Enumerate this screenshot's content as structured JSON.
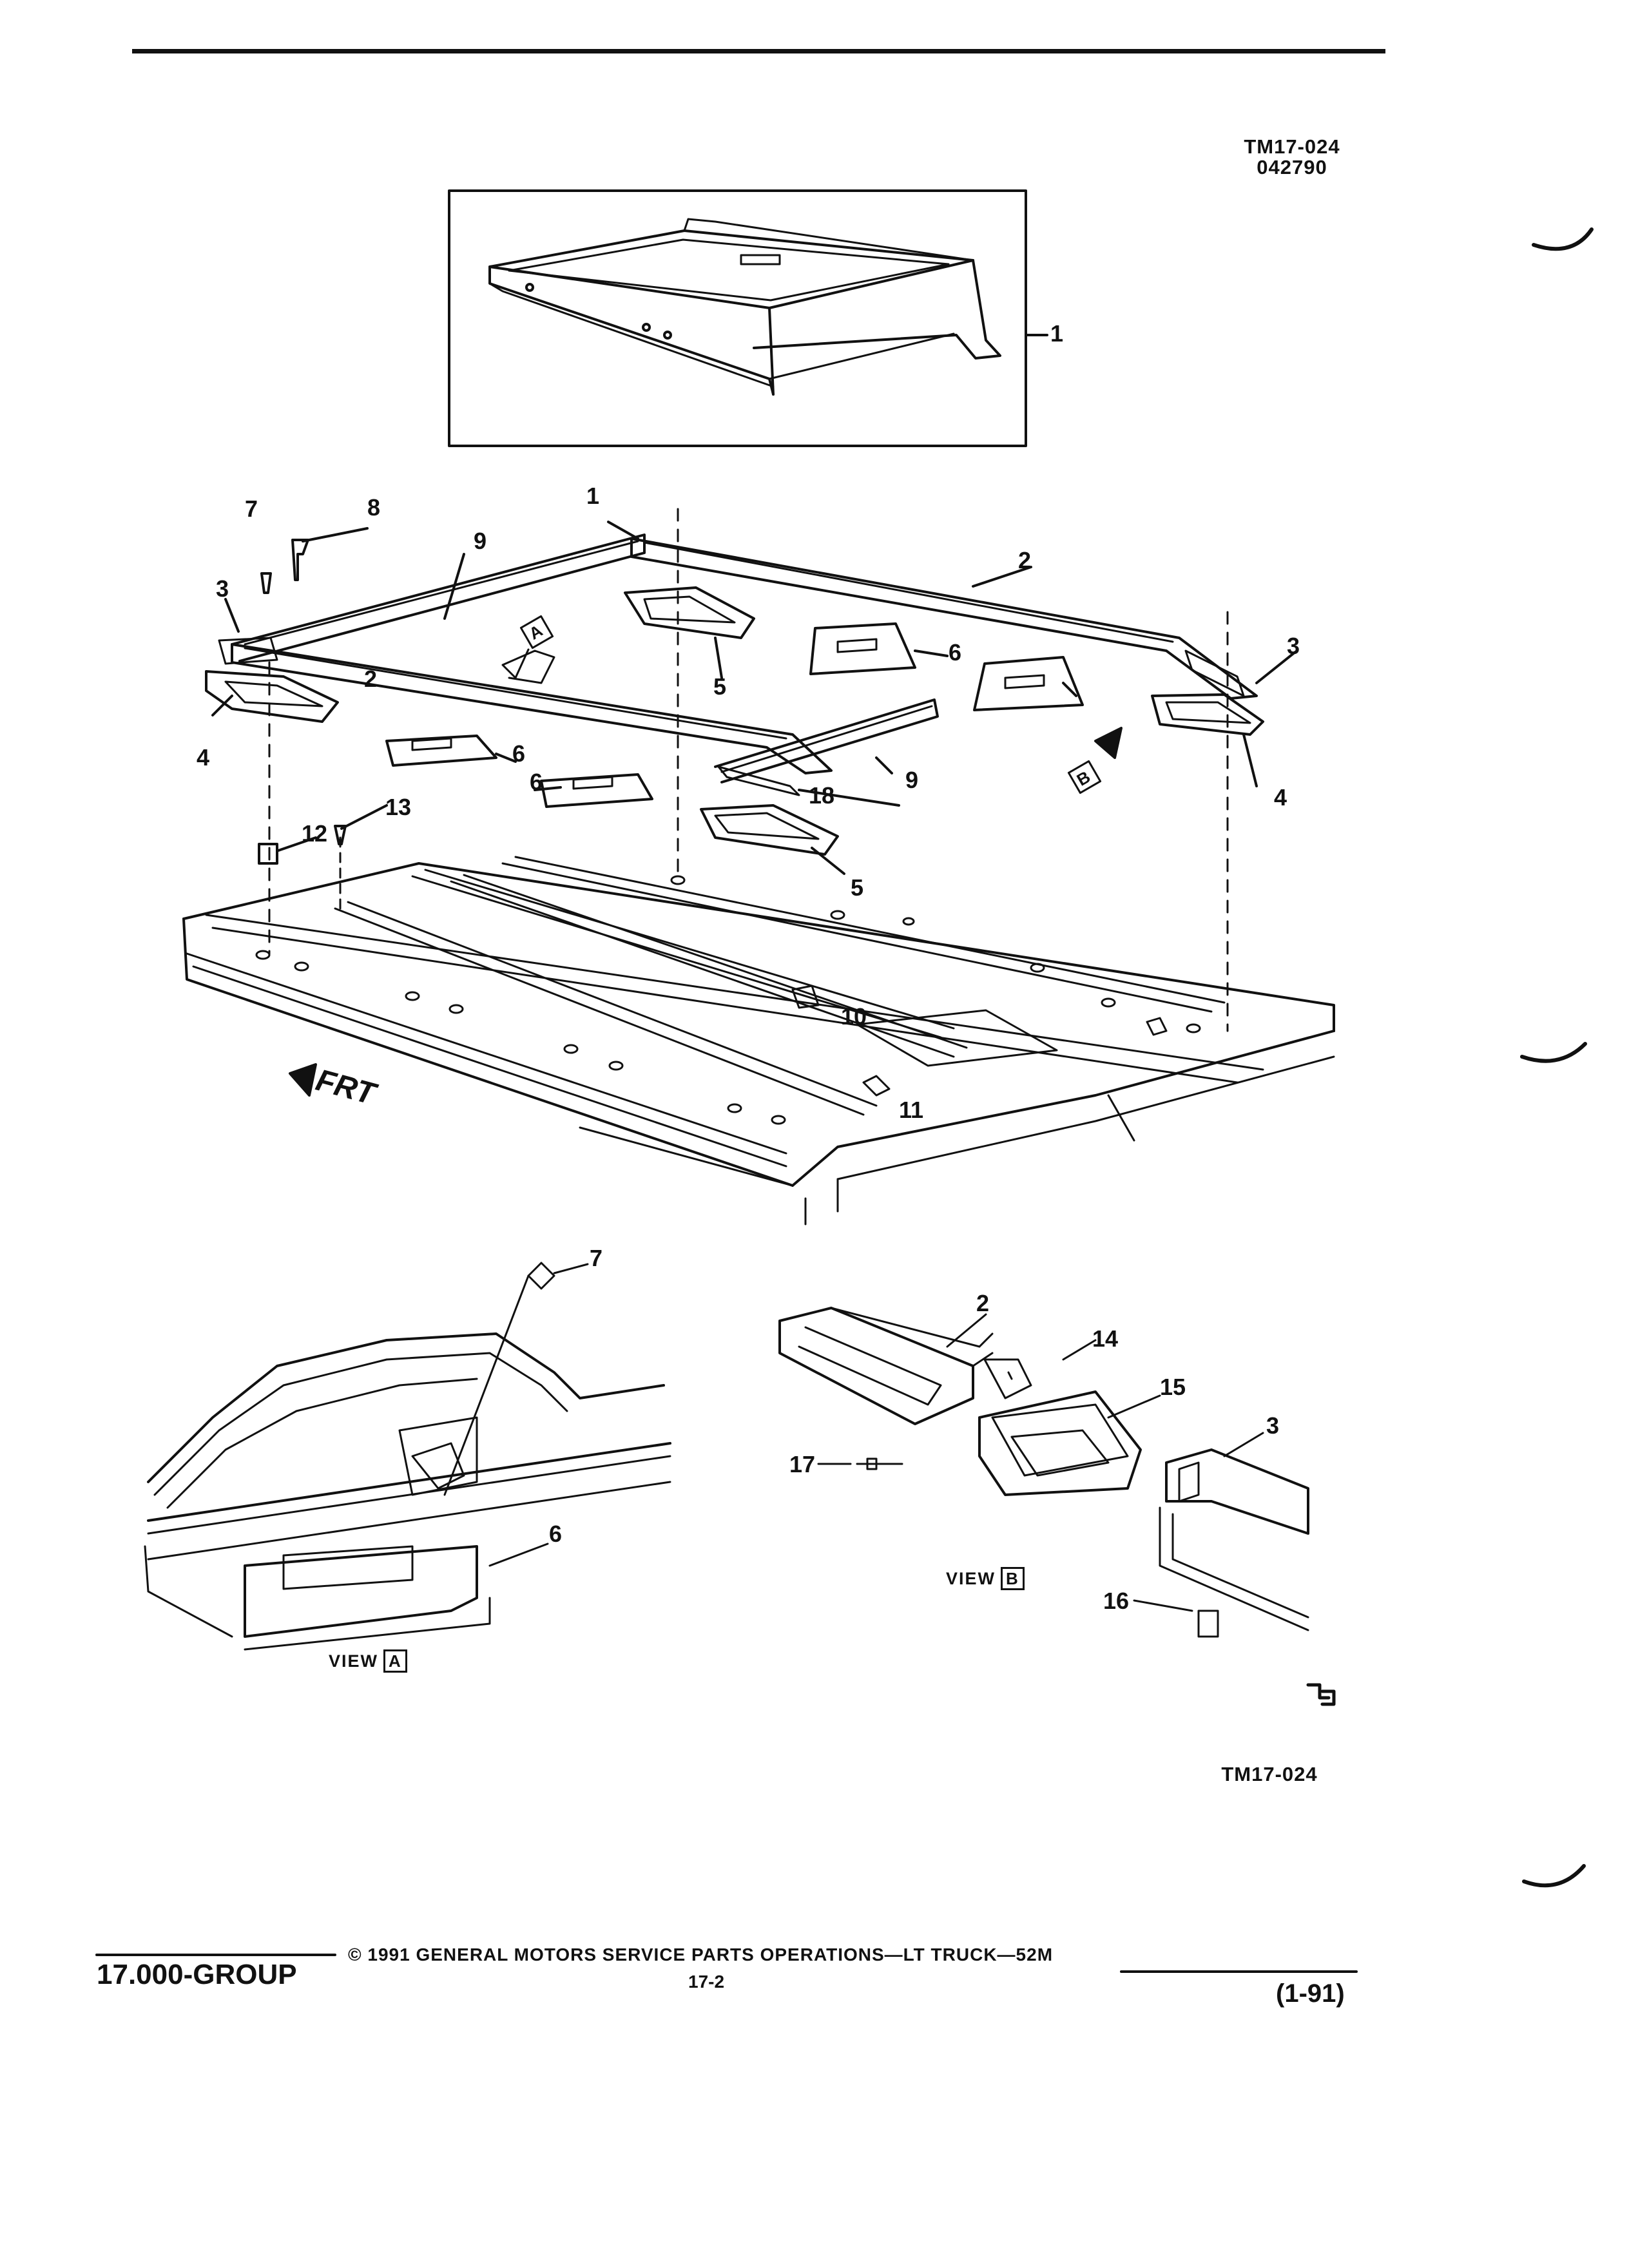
{
  "header": {
    "code_top": "TM17-024",
    "code_sub": "042790"
  },
  "callouts": [
    "1",
    "1",
    "2",
    "2",
    "3",
    "3",
    "4",
    "4",
    "5",
    "5",
    "6",
    "6",
    "6",
    "7",
    "8",
    "9",
    "9",
    "10",
    "11",
    "12",
    "13",
    "18"
  ],
  "view_a_callouts": [
    "7",
    "6"
  ],
  "view_b_callouts": [
    "2",
    "14",
    "15",
    "3",
    "17",
    "16"
  ],
  "view_marks": {
    "a": "A",
    "b": "B"
  },
  "front_label": "FRT",
  "view_a_label": {
    "prefix": "VIEW",
    "letter": "A"
  },
  "view_b_label": {
    "prefix": "VIEW",
    "letter": "B"
  },
  "figure_code": "TM17-024",
  "footer": {
    "group": "17.000-GROUP",
    "copyright": "© 1991 GENERAL MOTORS SERVICE PARTS OPERATIONS—LT TRUCK—52M",
    "page": "17-2",
    "date": "(1-91)"
  },
  "colors": {
    "ink": "#111111",
    "paper": "#ffffff"
  },
  "icons": {
    "front_arrow": "arrow-icon",
    "view_arrow": "arrow-icon",
    "logo": "logo-icon"
  }
}
